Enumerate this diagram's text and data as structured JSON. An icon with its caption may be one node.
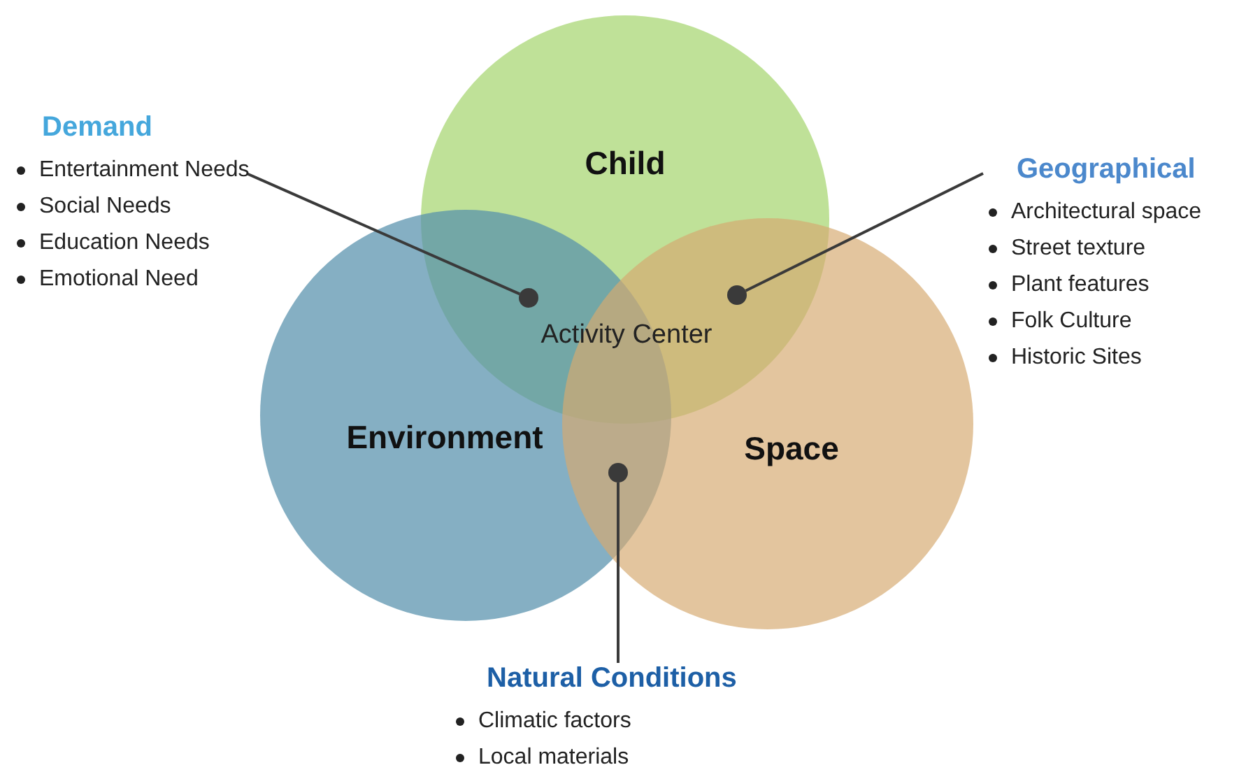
{
  "diagram": {
    "nodes": [
      {
        "text": [
          "Demand",
          "Entertainment Needs",
          "Social Needs",
          "Education Needs",
          "Emotional Need"
        ]
      },
      {
        "text": [
          "Child"
        ]
      },
      {
        "text": [
          "Geographical",
          "Architectural space",
          "Street texture",
          "Plant features",
          "Folk Culture",
          "Historic Sites"
        ]
      },
      {
        "text": [],
        "shape": "circle"
      },
      {
        "text": [],
        "shape": "circle"
      },
      {
        "text": [
          "Environment"
        ]
      },
      {
        "text": [
          "Space"
        ]
      },
      {
        "text": [],
        "shape": "circle"
      },
      {
        "text": [
          "Natural Conditions",
          "Climatic factors",
          "Local materials"
        ]
      }
    ],
    "edges": [
      {
        "from": 0,
        "to": 3,
        "arrow": "none"
      },
      {
        "from": 2,
        "to": 4,
        "arrow": "none"
      },
      {
        "from": 8,
        "to": 7,
        "arrow": "none"
      }
    ],
    "labels": [
      "Activity Center"
    ]
  }
}
